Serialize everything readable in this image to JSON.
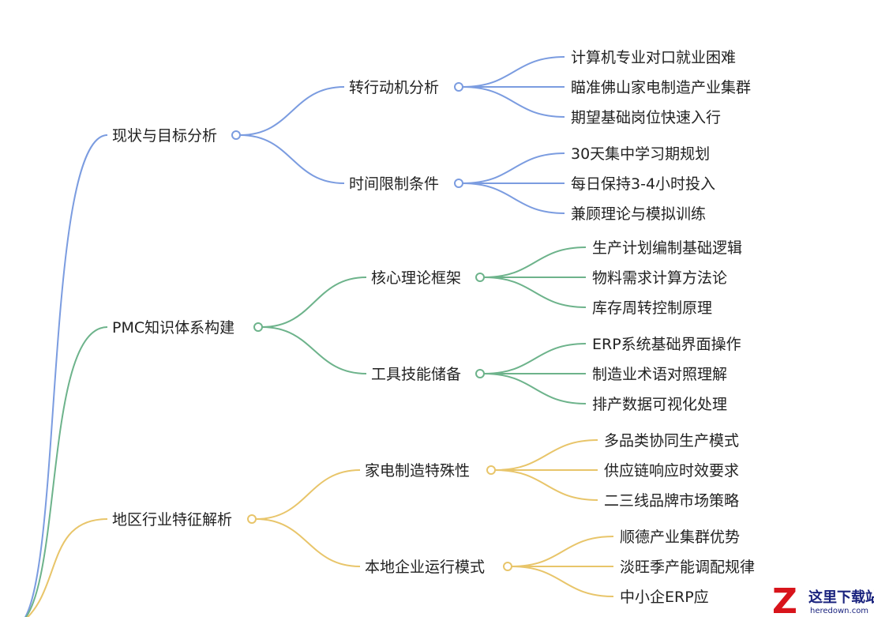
{
  "colors": {
    "blue": "#7b9ce0",
    "green": "#6db38b",
    "yellow": "#e8c56a",
    "watermark_red": "#d8141b",
    "watermark_blue": "#1a237e"
  },
  "branches": [
    {
      "label": "现状与目标分析",
      "color": "blue",
      "children": [
        {
          "label": "转行动机分析",
          "leaves": [
            "计算机专业对口就业困难",
            "瞄准佛山家电制造产业集群",
            "期望基础岗位快速入行"
          ]
        },
        {
          "label": "时间限制条件",
          "leaves": [
            "30天集中学习期规划",
            "每日保持3-4小时投入",
            "兼顾理论与模拟训练"
          ]
        }
      ]
    },
    {
      "label": "PMC知识体系构建",
      "color": "green",
      "children": [
        {
          "label": "核心理论框架",
          "leaves": [
            "生产计划编制基础逻辑",
            "物料需求计算方法论",
            "库存周转控制原理"
          ]
        },
        {
          "label": "工具技能储备",
          "leaves": [
            "ERP系统基础界面操作",
            "制造业术语对照理解",
            "排产数据可视化处理"
          ]
        }
      ]
    },
    {
      "label": "地区行业特征解析",
      "color": "yellow",
      "children": [
        {
          "label": "家电制造特殊性",
          "leaves": [
            "多品类协同生产模式",
            "供应链响应时效要求",
            "二三线品牌市场策略"
          ]
        },
        {
          "label": "本地企业运行模式",
          "leaves": [
            "顺德产业集群优势",
            "淡旺季产能调配规律",
            "中小企ERP应"
          ]
        }
      ]
    }
  ],
  "watermark": {
    "title": "这里下载站",
    "subtitle": "heredown.com"
  }
}
